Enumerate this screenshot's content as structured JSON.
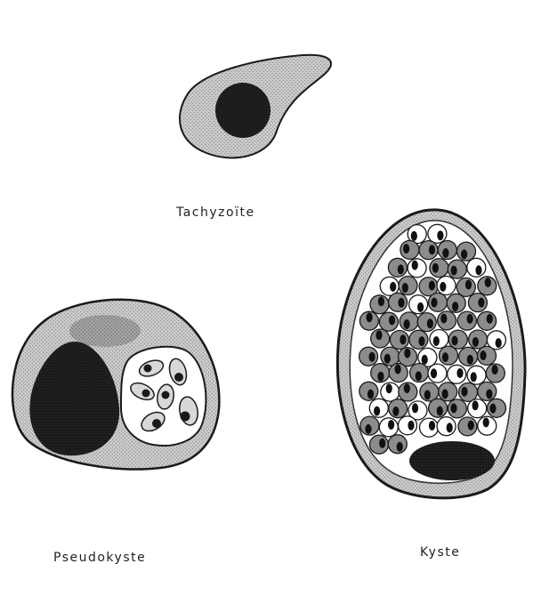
{
  "labels": {
    "tachyzoite": "Tachyzoïte",
    "pseudokyste": "Pseudokyste",
    "kyste": "Kyste"
  },
  "colors": {
    "background": "#ffffff",
    "outline": "#1a1a1a",
    "cytoplasm_light": "#cfcfcf",
    "cytoplasm_mid": "#a9a9a9",
    "nucleus": "#141414",
    "bradyzoite_fill": "#8a8a8a"
  }
}
